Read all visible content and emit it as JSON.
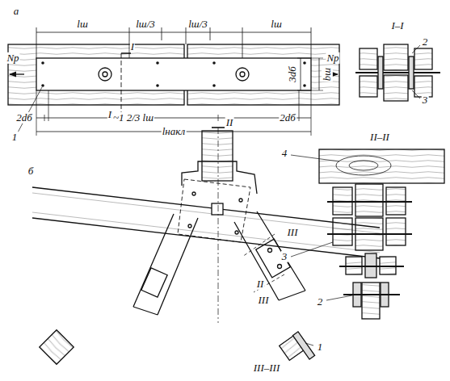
{
  "diagram": {
    "labels": [
      "а",
      "lш",
      "lш/3",
      "lш/3",
      "lш",
      "Nр",
      "Nр",
      "I",
      "I",
      "I–I",
      "2",
      "3",
      "3dб",
      "bш",
      "2dб",
      "~1 2/3 lш",
      "2dб",
      "lнакл",
      "1",
      "б",
      "II",
      "II–II",
      "4",
      "3",
      "2",
      "II",
      "III",
      "III",
      "III–III",
      "1"
    ]
  }
}
